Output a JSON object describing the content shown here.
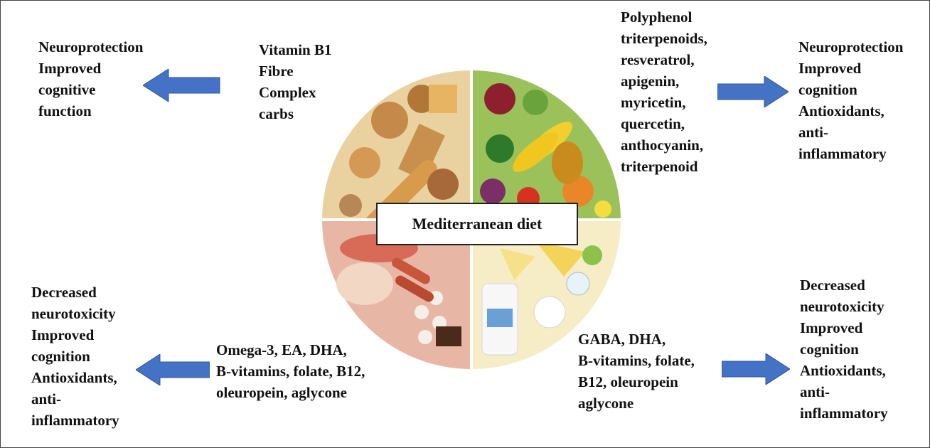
{
  "center_label": "Mediterranean diet",
  "quadrants": {
    "top_left": {
      "nutrients": [
        "Vitamin B1",
        "Fibre",
        "Complex",
        "carbs"
      ],
      "effects": [
        "Neuroprotection",
        "Improved",
        "cognitive",
        "function"
      ],
      "food_group": "grains-and-breads"
    },
    "top_right": {
      "nutrients": [
        "Polyphenol",
        "triterpenoids,",
        "resveratrol,",
        "apigenin,",
        "myricetin,",
        "quercetin,",
        "anthocyanin,",
        "triterpenoid"
      ],
      "effects": [
        "Neuroprotection",
        "Improved",
        "cognition",
        "Antioxidants,",
        "anti-",
        "inflammatory"
      ],
      "food_group": "fruits-and-vegetables"
    },
    "bottom_left": {
      "nutrients": [
        "Omega-3, EA, DHA,",
        "B-vitamins, folate, B12,",
        "oleuropein, aglycone"
      ],
      "effects": [
        "Decreased",
        "neurotoxicity",
        "Improved",
        "cognition",
        "Antioxidants,",
        "anti-",
        "inflammatory"
      ],
      "food_group": "fish-meat-and-eggs"
    },
    "bottom_right": {
      "nutrients": [
        "GABA, DHA,",
        "B-vitamins, folate,",
        "B12, oleuropein",
        "aglycone"
      ],
      "effects": [
        "Decreased",
        "neurotoxicity",
        "Improved",
        "cognition",
        "Antioxidants,",
        "anti-",
        "inflammatory"
      ],
      "food_group": "dairy-products"
    }
  },
  "colors": {
    "arrow": "#4472C4",
    "arrow_edge": "#2F5597",
    "text": "#111111"
  },
  "icons": {
    "arrow_left": "left-arrow-icon",
    "arrow_right": "right-arrow-icon"
  }
}
